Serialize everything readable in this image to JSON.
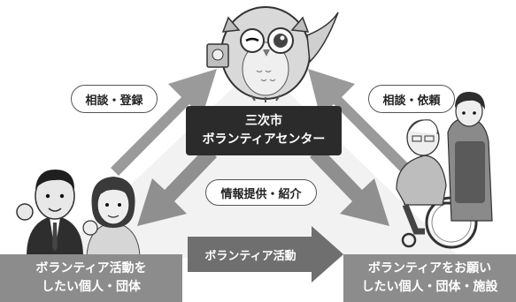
{
  "center": {
    "line1": "三次市",
    "line2": "ボランティアセンター"
  },
  "bubbles": {
    "left": "相談・登録",
    "right": "相談・依頼",
    "middle": "情報提供・紹介"
  },
  "bottom_arrow_label": "ボランティア活動",
  "left_box": {
    "line1": "ボランティア活動を",
    "line2": "したい個人・団体"
  },
  "right_box": {
    "line1": "ボランティアをお願い",
    "line2": "したい個人・団体・施設"
  },
  "colors": {
    "dark_box": "#2b2b2b",
    "gray_box": "#8c8c8c",
    "arrow": "#9a9a9a",
    "arrow_dark": "#666666"
  }
}
